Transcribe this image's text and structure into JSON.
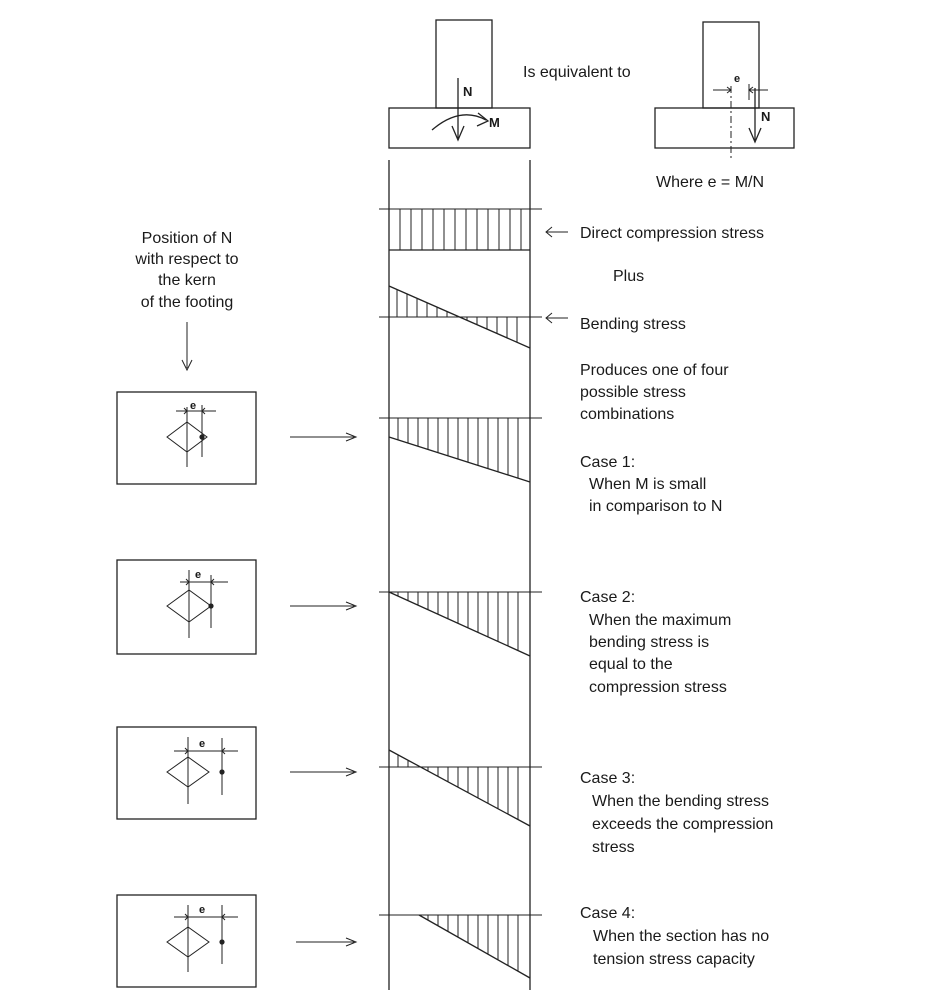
{
  "top": {
    "equivalent": "Is equivalent to",
    "label_N_left": "N",
    "label_M": "M",
    "label_e": "e",
    "label_N_right": "N",
    "where": "Where e = M/N"
  },
  "kern": {
    "lines": [
      "Position of N",
      "with respect to",
      "the kern",
      "of the footing"
    ],
    "e_label": "e"
  },
  "stress": {
    "direct": "Direct compression stress",
    "plus": "Plus",
    "bending": "Bending stress",
    "produces": [
      "Produces one of four",
      "possible stress",
      "combinations"
    ]
  },
  "cases": [
    {
      "title": "Case 1:",
      "lines": [
        "When M is small",
        "in comparison to N"
      ]
    },
    {
      "title": "Case 2:",
      "lines": [
        "When the maximum",
        "bending stress is",
        "equal to the",
        "compression stress"
      ]
    },
    {
      "title": "Case 3:",
      "lines": [
        "When the bending stress",
        "exceeds the compression",
        "stress"
      ]
    },
    {
      "title": "Case 4:",
      "lines": [
        "When the section has no",
        "tension stress capacity"
      ]
    }
  ]
}
